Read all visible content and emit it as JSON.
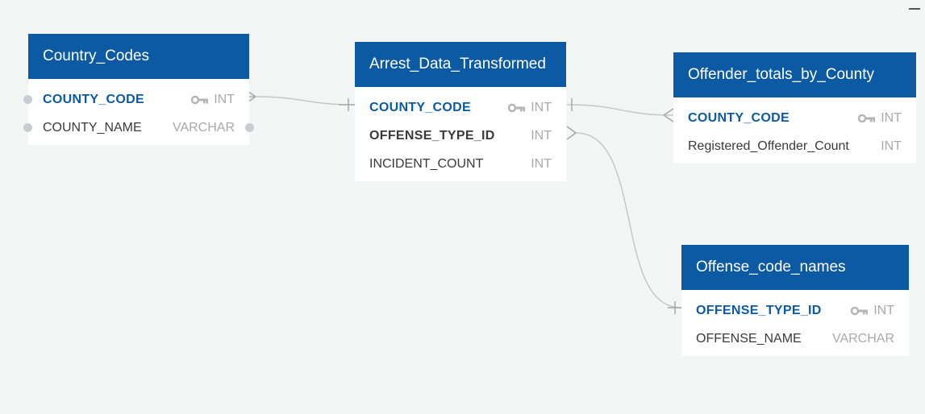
{
  "colors": {
    "header_bg": "#0b5aa3",
    "pk_text": "#0b5aa3",
    "type_text": "#a9a9a9",
    "connector": "#c7c7c7"
  },
  "tables": {
    "country_codes": {
      "title": "Country_Codes",
      "columns": [
        {
          "name": "COUNTY_CODE",
          "type": "INT",
          "icon": "key-icon"
        },
        {
          "name": "COUNTY_NAME",
          "type": "VARCHAR"
        }
      ]
    },
    "arrest_data": {
      "title": "Arrest_Data_Transformed",
      "columns": [
        {
          "name": "COUNTY_CODE",
          "type": "INT",
          "icon": "key-icon"
        },
        {
          "name": "OFFENSE_TYPE_ID",
          "type": "INT"
        },
        {
          "name": "INCIDENT_COUNT",
          "type": "INT"
        }
      ]
    },
    "offender_totals": {
      "title": "Offender_totals_by_County",
      "columns": [
        {
          "name": "COUNTY_CODE",
          "type": "INT",
          "icon": "key-icon"
        },
        {
          "name": "Registered_Offender_Count",
          "type": "INT"
        }
      ]
    },
    "offense_names": {
      "title": "Offense_code_names",
      "columns": [
        {
          "name": "OFFENSE_TYPE_ID",
          "type": "INT",
          "icon": "key-icon"
        },
        {
          "name": "OFFENSE_NAME",
          "type": "VARCHAR"
        }
      ]
    }
  },
  "relationships": [
    {
      "from": "Country_Codes.COUNTY_CODE",
      "from_end": "many",
      "to": "Arrest_Data_Transformed.COUNTY_CODE",
      "to_end": "one"
    },
    {
      "from": "Arrest_Data_Transformed.COUNTY_CODE",
      "from_end": "one",
      "to": "Offender_totals_by_County.COUNTY_CODE",
      "to_end": "many"
    },
    {
      "from": "Arrest_Data_Transformed.OFFENSE_TYPE_ID",
      "from_end": "many",
      "to": "Offense_code_names.OFFENSE_TYPE_ID",
      "to_end": "one"
    }
  ]
}
